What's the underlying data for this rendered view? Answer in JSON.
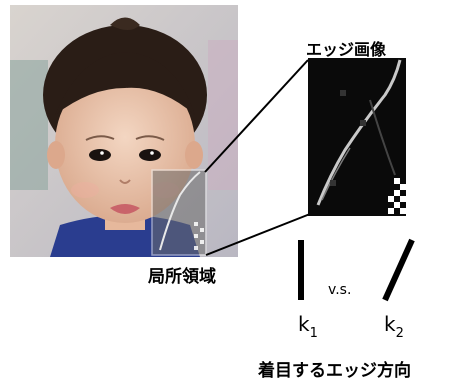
{
  "edge_image_title": "エッジ画像",
  "local_region_label": "局所領域",
  "versus_label": "v.s.",
  "kernels": [
    {
      "base": "k",
      "subscript": "1"
    },
    {
      "base": "k",
      "subscript": "2"
    }
  ],
  "caption": "着目するエッジ方向"
}
